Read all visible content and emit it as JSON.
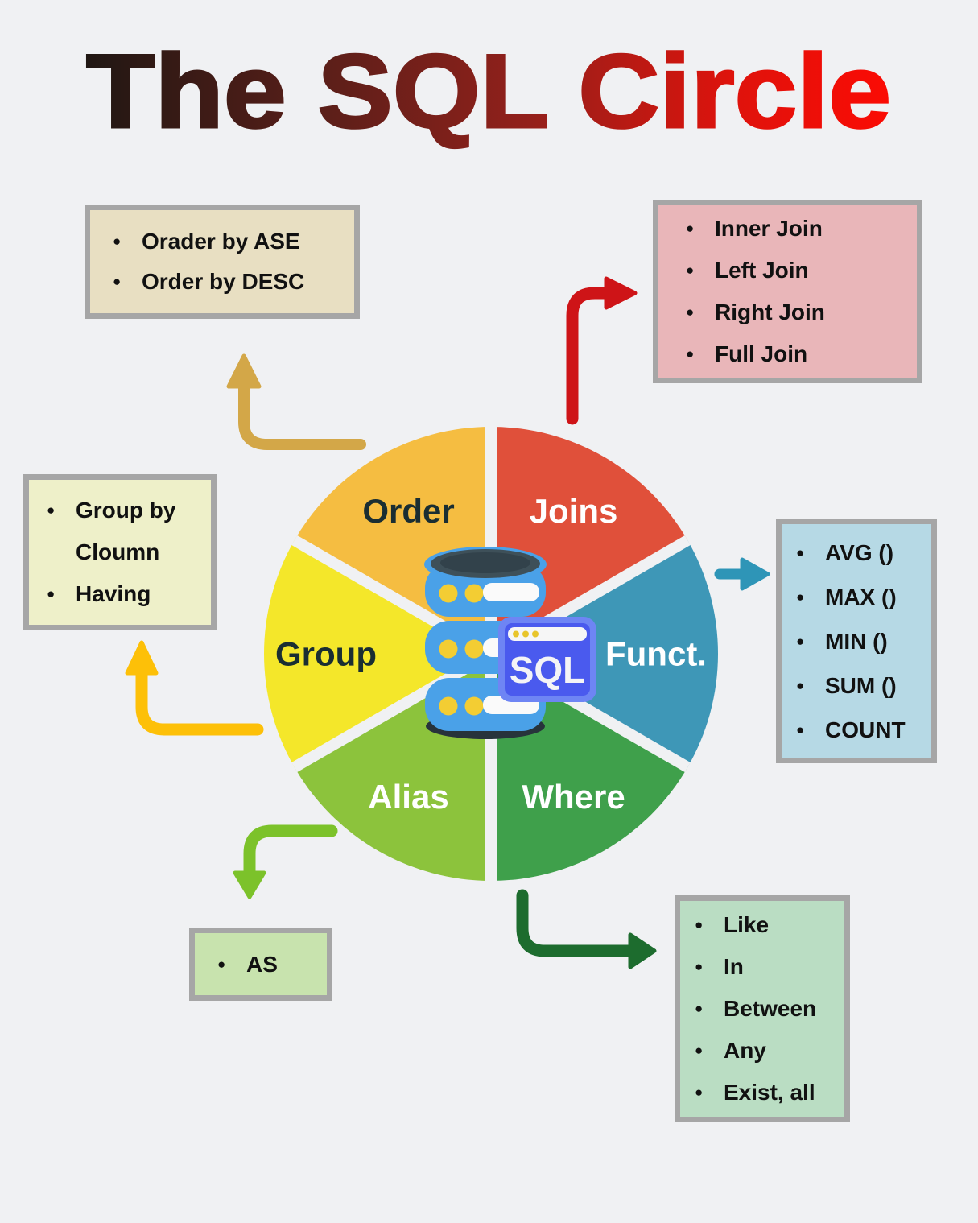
{
  "page": {
    "background": "#F0F1F3",
    "title": "The SQL Circle",
    "title_gradient": [
      "#201713",
      "#5C1F19",
      "#93201B",
      "#DE130C",
      "#FB0B04"
    ],
    "box_border_color": "#A6A6A6"
  },
  "chart_data": {
    "type": "pie",
    "title": "The SQL Circle",
    "description": "Concept wheel of six equal SQL topic segments around a central SQL database icon",
    "segments": [
      {
        "label": "Joins",
        "value": 1,
        "color": "#E0503A",
        "label_color": "#FFFFFF"
      },
      {
        "label": "Funct.",
        "value": 1,
        "color": "#3E97B7",
        "label_color": "#FFFFFF"
      },
      {
        "label": "Where",
        "value": 1,
        "color": "#3FA04B",
        "label_color": "#FFFFFF"
      },
      {
        "label": "Alias",
        "value": 1,
        "color": "#8CC33C",
        "label_color": "#FFFFFF"
      },
      {
        "label": "Group",
        "value": 1,
        "color": "#F4E72A",
        "label_color": "#1A2E32"
      },
      {
        "label": "Order",
        "value": 1,
        "color": "#F5BD41",
        "label_color": "#1A2E32"
      }
    ],
    "legend_position": "none",
    "grid": false
  },
  "callouts": {
    "order": {
      "box_bg": "#E8DFC2",
      "items": [
        "Orader by ASE",
        "Order by DESC"
      ]
    },
    "joins": {
      "box_bg": "#E9B6B9",
      "items": [
        "Inner Join",
        "Left Join",
        "Right Join",
        "Full Join"
      ]
    },
    "functions": {
      "box_bg": "#B6D9E5",
      "items": [
        "AVG ()",
        "MAX ()",
        "MIN ()",
        "SUM ()",
        "COUNT"
      ]
    },
    "group": {
      "box_bg": "#EEF0C9",
      "items": [
        "Group by Cloumn",
        "Having"
      ]
    },
    "alias": {
      "box_bg": "#C8E3AE",
      "items": [
        "AS"
      ]
    },
    "where": {
      "box_bg": "#BADDC3",
      "items": [
        "Like",
        "In",
        "Between",
        "Any",
        "Exist, all"
      ]
    }
  },
  "arrows": {
    "order": {
      "color": "#D3A748"
    },
    "joins": {
      "color": "#CE1417"
    },
    "functions": {
      "color": "#2E95B7"
    },
    "group": {
      "color": "#FDC008"
    },
    "alias": {
      "color": "#7CC22A"
    },
    "where": {
      "color": "#1D6C2E"
    }
  },
  "center_icon": {
    "name": "sql-database-icon",
    "sql_label": "SQL"
  }
}
